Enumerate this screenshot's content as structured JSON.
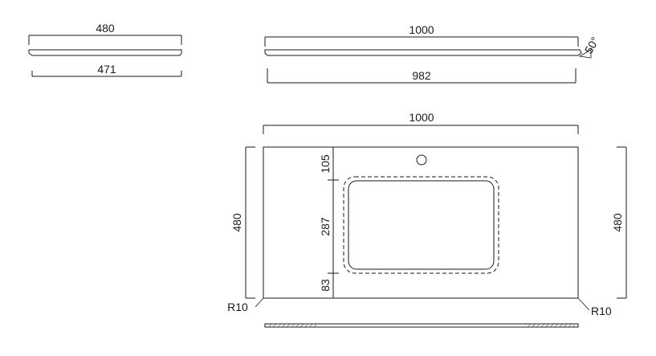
{
  "side_view_small": {
    "top_width": "480",
    "bottom_width": "471"
  },
  "side_view_large": {
    "top_width": "1000",
    "bottom_width": "982",
    "angle": "50°"
  },
  "plan_view": {
    "overall_width": "1000",
    "overall_depth_left": "480",
    "overall_depth_right": "480",
    "offset_top": "105",
    "basin_depth": "287",
    "offset_bottom": "83",
    "corner_radius_left": "R10",
    "corner_radius_right": "R10"
  },
  "colors": {
    "line": "#1a1a1a",
    "hatch": "#555555"
  }
}
